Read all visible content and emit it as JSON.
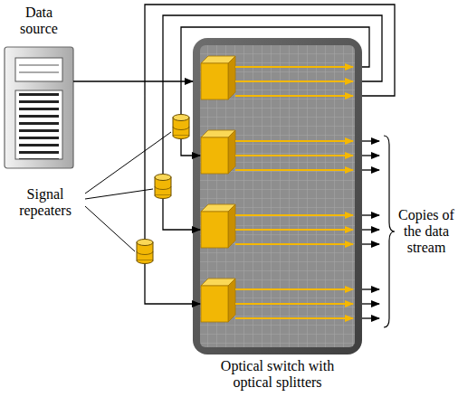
{
  "diagram": {
    "nodes": [
      {
        "text": [
          "Data source"
        ]
      },
      {
        "text": [
          "Optical switch with optical splitters"
        ]
      }
    ],
    "edges": [
      {
        "from": 0,
        "to": 1,
        "arrow": "to"
      }
    ],
    "labels": [
      "Signal repeaters",
      "Copies of the data stream"
    ]
  }
}
